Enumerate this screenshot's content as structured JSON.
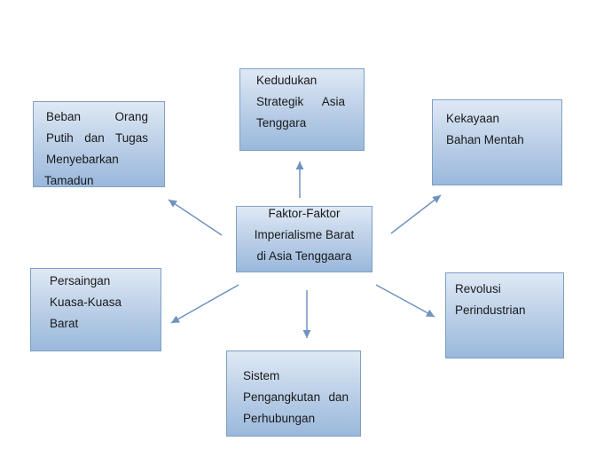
{
  "center": {
    "lines": [
      "Faktor-Faktor",
      "Imperialisme Barat",
      "di Asia Tenggaara"
    ]
  },
  "top": {
    "lines": [
      "Kedudukan",
      "Strategik Asia",
      "Tenggara"
    ]
  },
  "top_left": {
    "lines": [
      "Beban Orang",
      "Putih dan Tugas",
      "Menyebarkan",
      "Tamadun"
    ]
  },
  "top_right": {
    "lines": [
      "Kekayaan",
      "Bahan Mentah"
    ]
  },
  "mid_left": {
    "lines": [
      "Persaingan",
      "Kuasa-Kuasa",
      "Barat"
    ]
  },
  "mid_right": {
    "lines": [
      "Revolusi",
      "Perindustrian"
    ]
  },
  "bottom": {
    "lines": [
      "Sistem",
      "Pengangkutan dan",
      "Perhubungan"
    ]
  },
  "colors": {
    "box_border": "#7f9fc4",
    "box_fill_top": "#dfe9f5",
    "box_fill_bottom": "#9ab8dc",
    "arrow": "#6f93bf"
  }
}
